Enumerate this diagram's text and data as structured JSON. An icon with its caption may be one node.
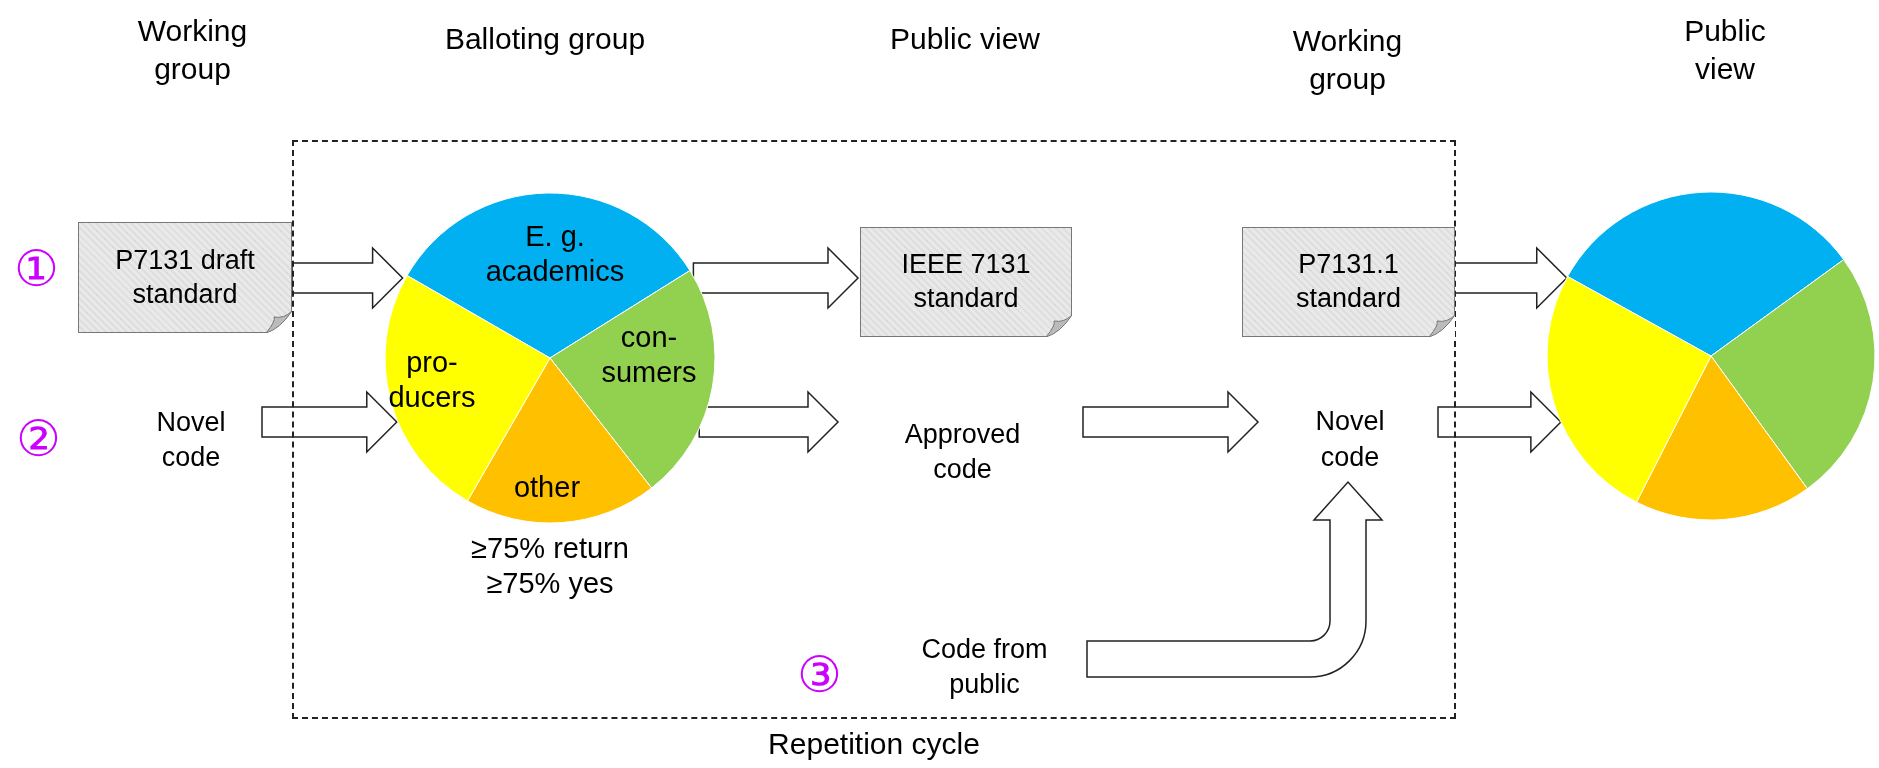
{
  "diagram": {
    "nodes": [
      {
        "text": [
          "Repetition cycle"
        ]
      },
      {
        "text": [
          "P7131 draft standard"
        ]
      },
      {
        "text": [
          "Novel code"
        ]
      },
      {
        "text": [],
        "shape": "circle",
        "in": 0,
        "beside": [
          "≥75% return",
          "≥75% yes"
        ]
      },
      {
        "text": [
          "E. g. academics"
        ],
        "in": 3
      },
      {
        "text": [
          "con- sumers"
        ],
        "in": 3
      },
      {
        "text": [
          "pro- ducers"
        ],
        "in": 3
      },
      {
        "text": [
          "other"
        ],
        "in": 3
      },
      {
        "text": [
          "IEEE 7131 standard"
        ],
        "in": 0
      },
      {
        "text": [
          "Approved code"
        ],
        "in": 0
      },
      {
        "text": [
          "P7131.1 standard"
        ],
        "in": 0
      },
      {
        "text": [
          "Novel code"
        ],
        "in": 0
      },
      {
        "text": [
          "Code from public"
        ],
        "in": 0
      },
      {
        "text": [],
        "shape": "circle"
      }
    ],
    "edges": [
      {
        "from": 1,
        "to": 3,
        "arrow": "to"
      },
      {
        "from": 2,
        "to": 3,
        "arrow": "to"
      },
      {
        "from": 3,
        "to": 8,
        "arrow": "to"
      },
      {
        "from": 3,
        "to": 9,
        "arrow": "to"
      },
      {
        "from": 9,
        "to": 11,
        "arrow": "to"
      },
      {
        "from": 10,
        "to": 13,
        "arrow": "to"
      },
      {
        "from": 11,
        "to": 13,
        "arrow": "to"
      },
      {
        "from": 12,
        "to": 11,
        "arrow": "to"
      }
    ],
    "labels": [
      "Working group",
      "Balloting group",
      "Public view",
      "Working group",
      "Public view",
      "①",
      "②",
      "③"
    ]
  }
}
